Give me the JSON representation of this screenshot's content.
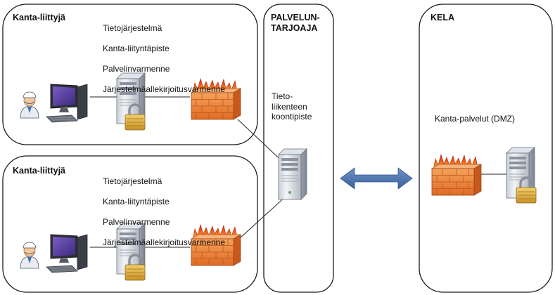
{
  "connector_1": {
    "heading": "Kanta-liittyjä",
    "details": [
      "Tietojärjestelmä",
      "Kanta-liityntäpiste",
      "Palvelinvarmenne",
      "Järjestelmäallekirjoitusvarmenne"
    ]
  },
  "connector_2": {
    "heading": "Kanta-liittyjä",
    "details": [
      "Tietojärjestelmä",
      "Kanta-liityntäpiste",
      "Palvelinvarmenne",
      "Järjestelmäallekirjoitusvarmenne"
    ]
  },
  "service_provider": {
    "heading": "PALVELUN-\nTARJOAJA",
    "hub_label": "Tieto-\nliikenteen\nkoontipiste"
  },
  "kela": {
    "heading": "KELA",
    "services_label": "Kanta-palvelut (DMZ)"
  },
  "icons": {
    "user": "user-icon",
    "workstation": "workstation-icon",
    "server": "server-icon",
    "lock": "padlock-icon",
    "firewall": "firewall-icon",
    "arrow": "double-arrow-icon"
  },
  "colors": {
    "box_border": "#1a1a1a",
    "link_line": "#222222",
    "arrow": "#4a72ad",
    "firewall_brick": "#f07a2e",
    "flame": "#e8541f",
    "server_body": "#e6e9ee",
    "lock_body": "#e0b040"
  }
}
